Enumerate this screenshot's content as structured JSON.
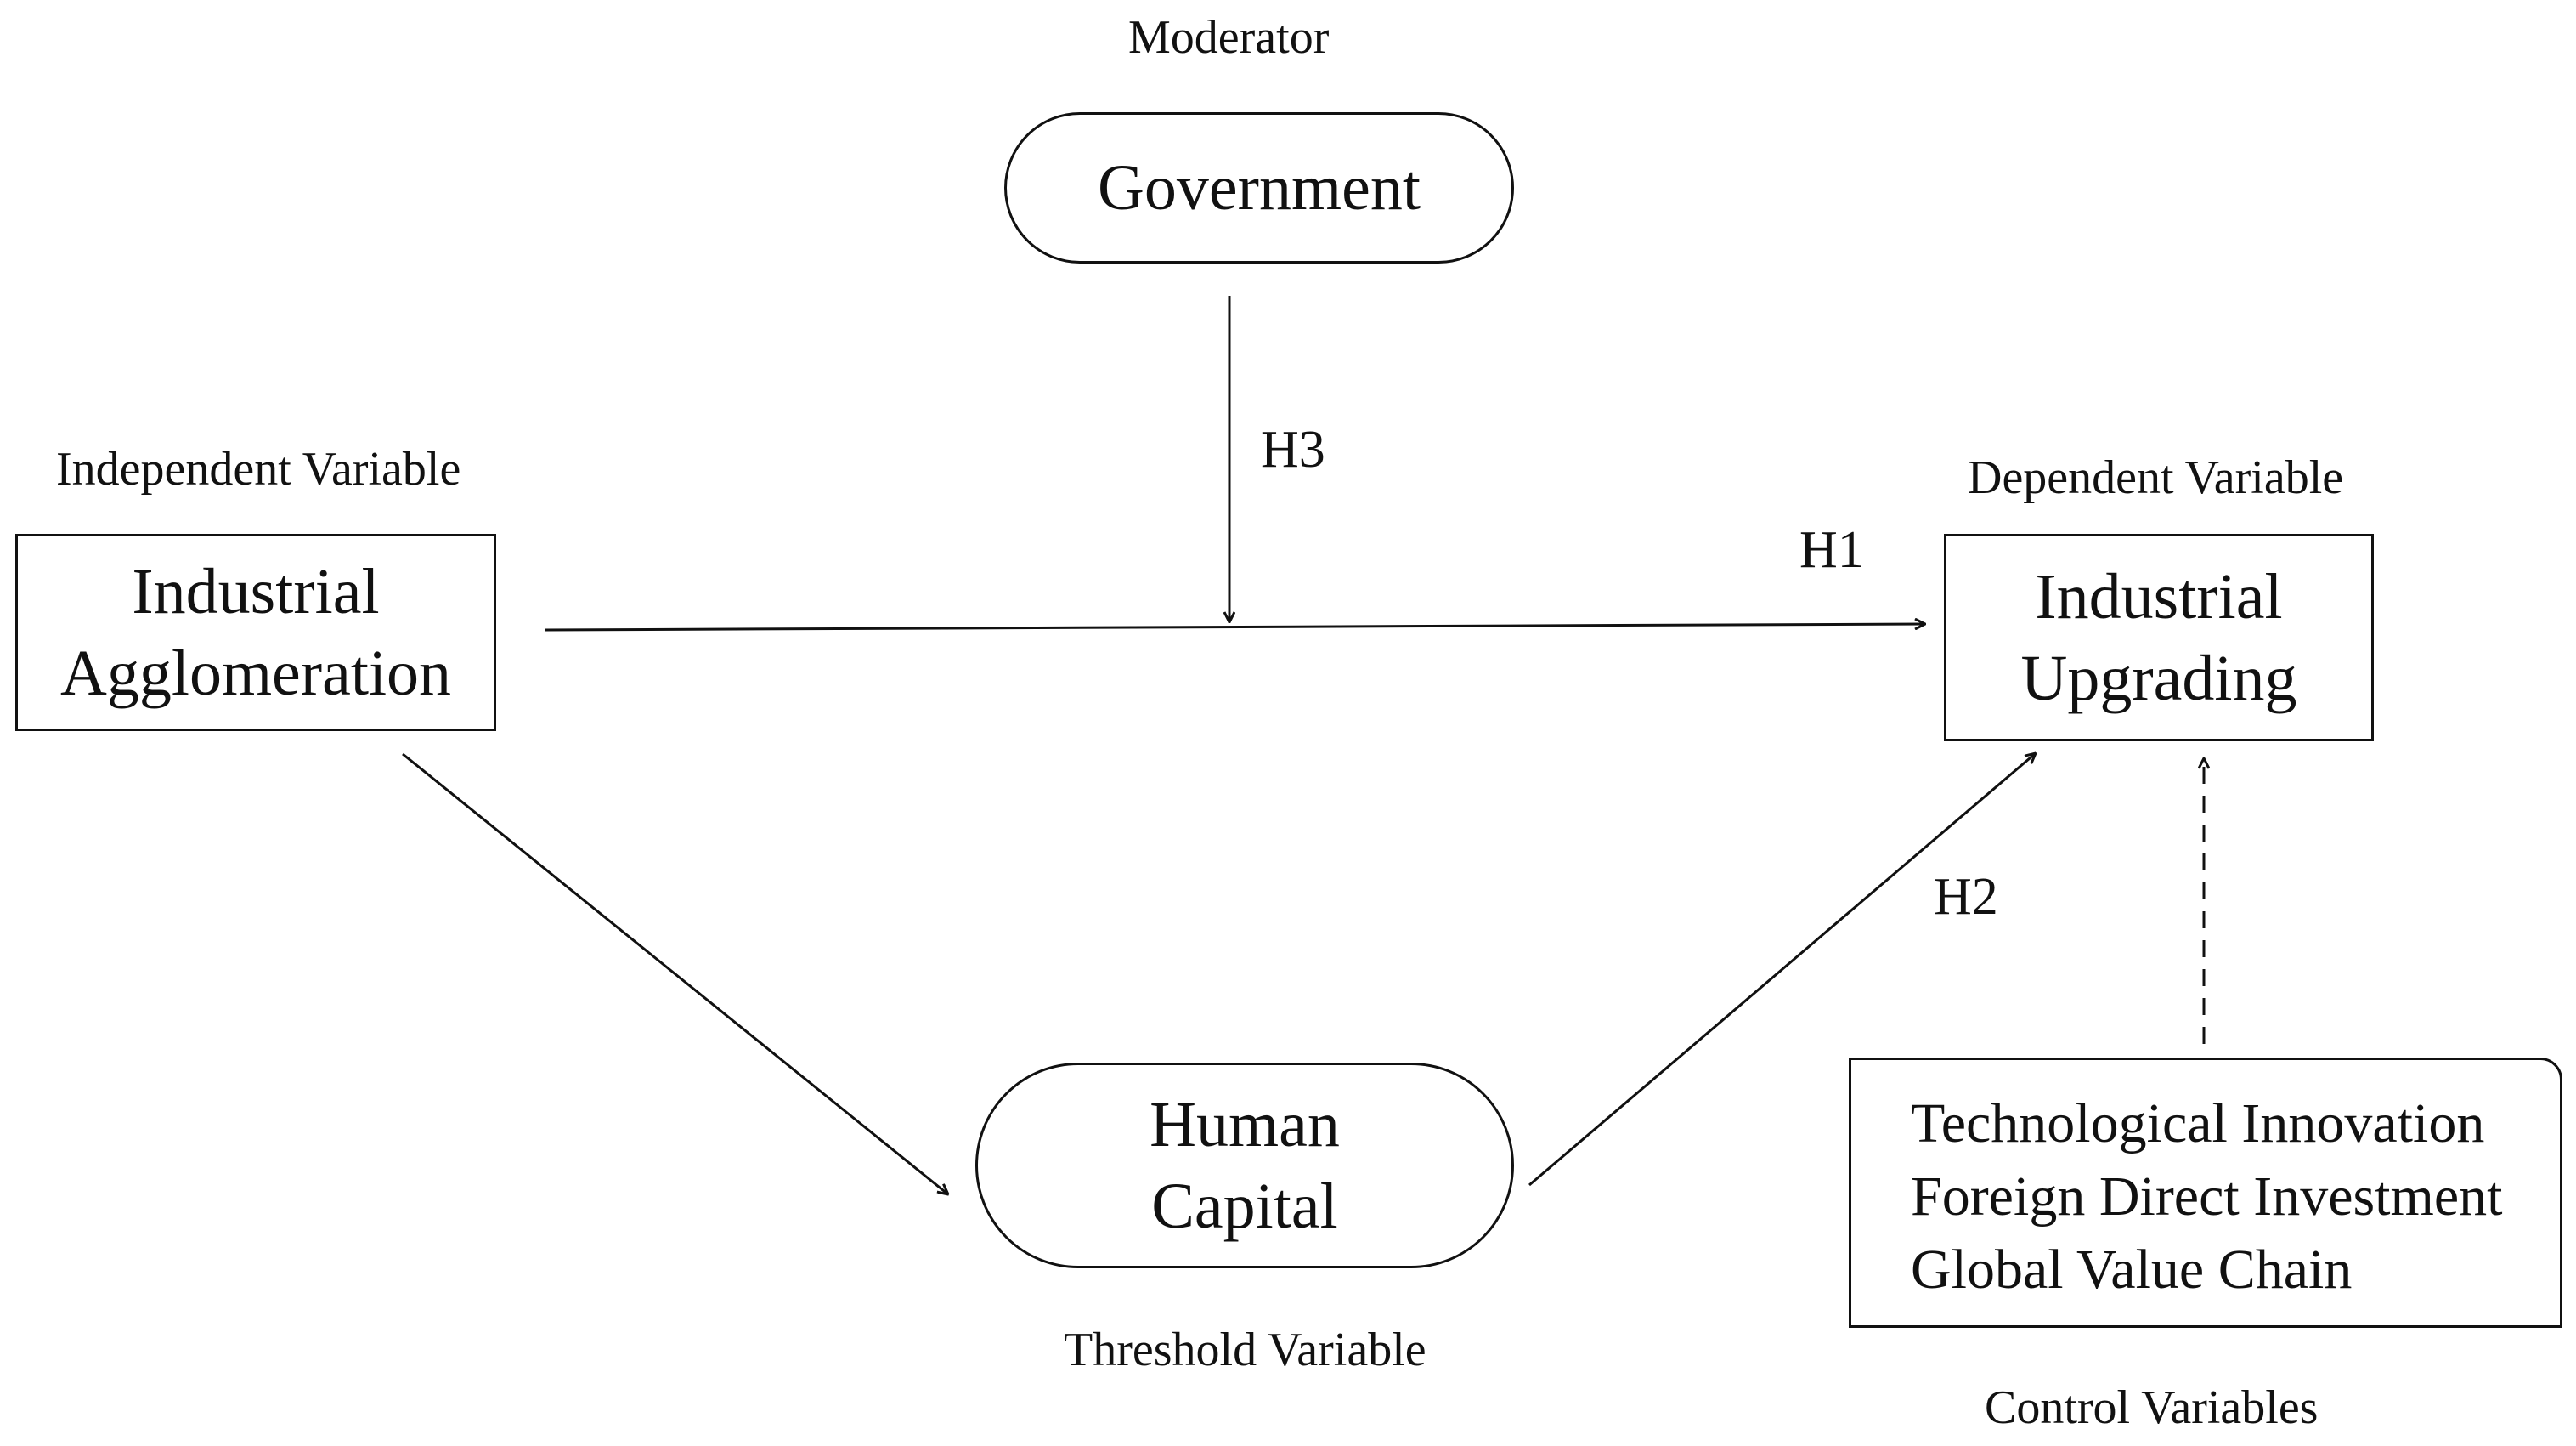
{
  "nodes": {
    "government": {
      "role": "Moderator",
      "lines": [
        "Government"
      ]
    },
    "independent": {
      "role": "Independent Variable",
      "lines": [
        "Industrial",
        "Agglomeration"
      ]
    },
    "dependent": {
      "role": "Dependent Variable",
      "lines": [
        "Industrial",
        "Upgrading"
      ]
    },
    "threshold": {
      "role": "Threshold Variable",
      "lines": [
        "Human",
        "Capital"
      ]
    },
    "controls": {
      "role": "Control Variables",
      "lines": [
        "Technological Innovation",
        "Foreign Direct Investment",
        "Global Value Chain"
      ]
    }
  },
  "hypotheses": {
    "h1": "H1",
    "h2": "H2",
    "h3": "H3"
  },
  "edges": [
    {
      "from": "independent",
      "to": "dependent",
      "label": "H1",
      "style": "solid"
    },
    {
      "from": "independent",
      "to": "threshold",
      "style": "solid"
    },
    {
      "from": "threshold",
      "to": "dependent",
      "label": "H2",
      "style": "solid"
    },
    {
      "from": "government",
      "to": "H1 path",
      "label": "H3",
      "style": "solid"
    },
    {
      "from": "controls",
      "to": "dependent",
      "style": "dashed"
    }
  ]
}
